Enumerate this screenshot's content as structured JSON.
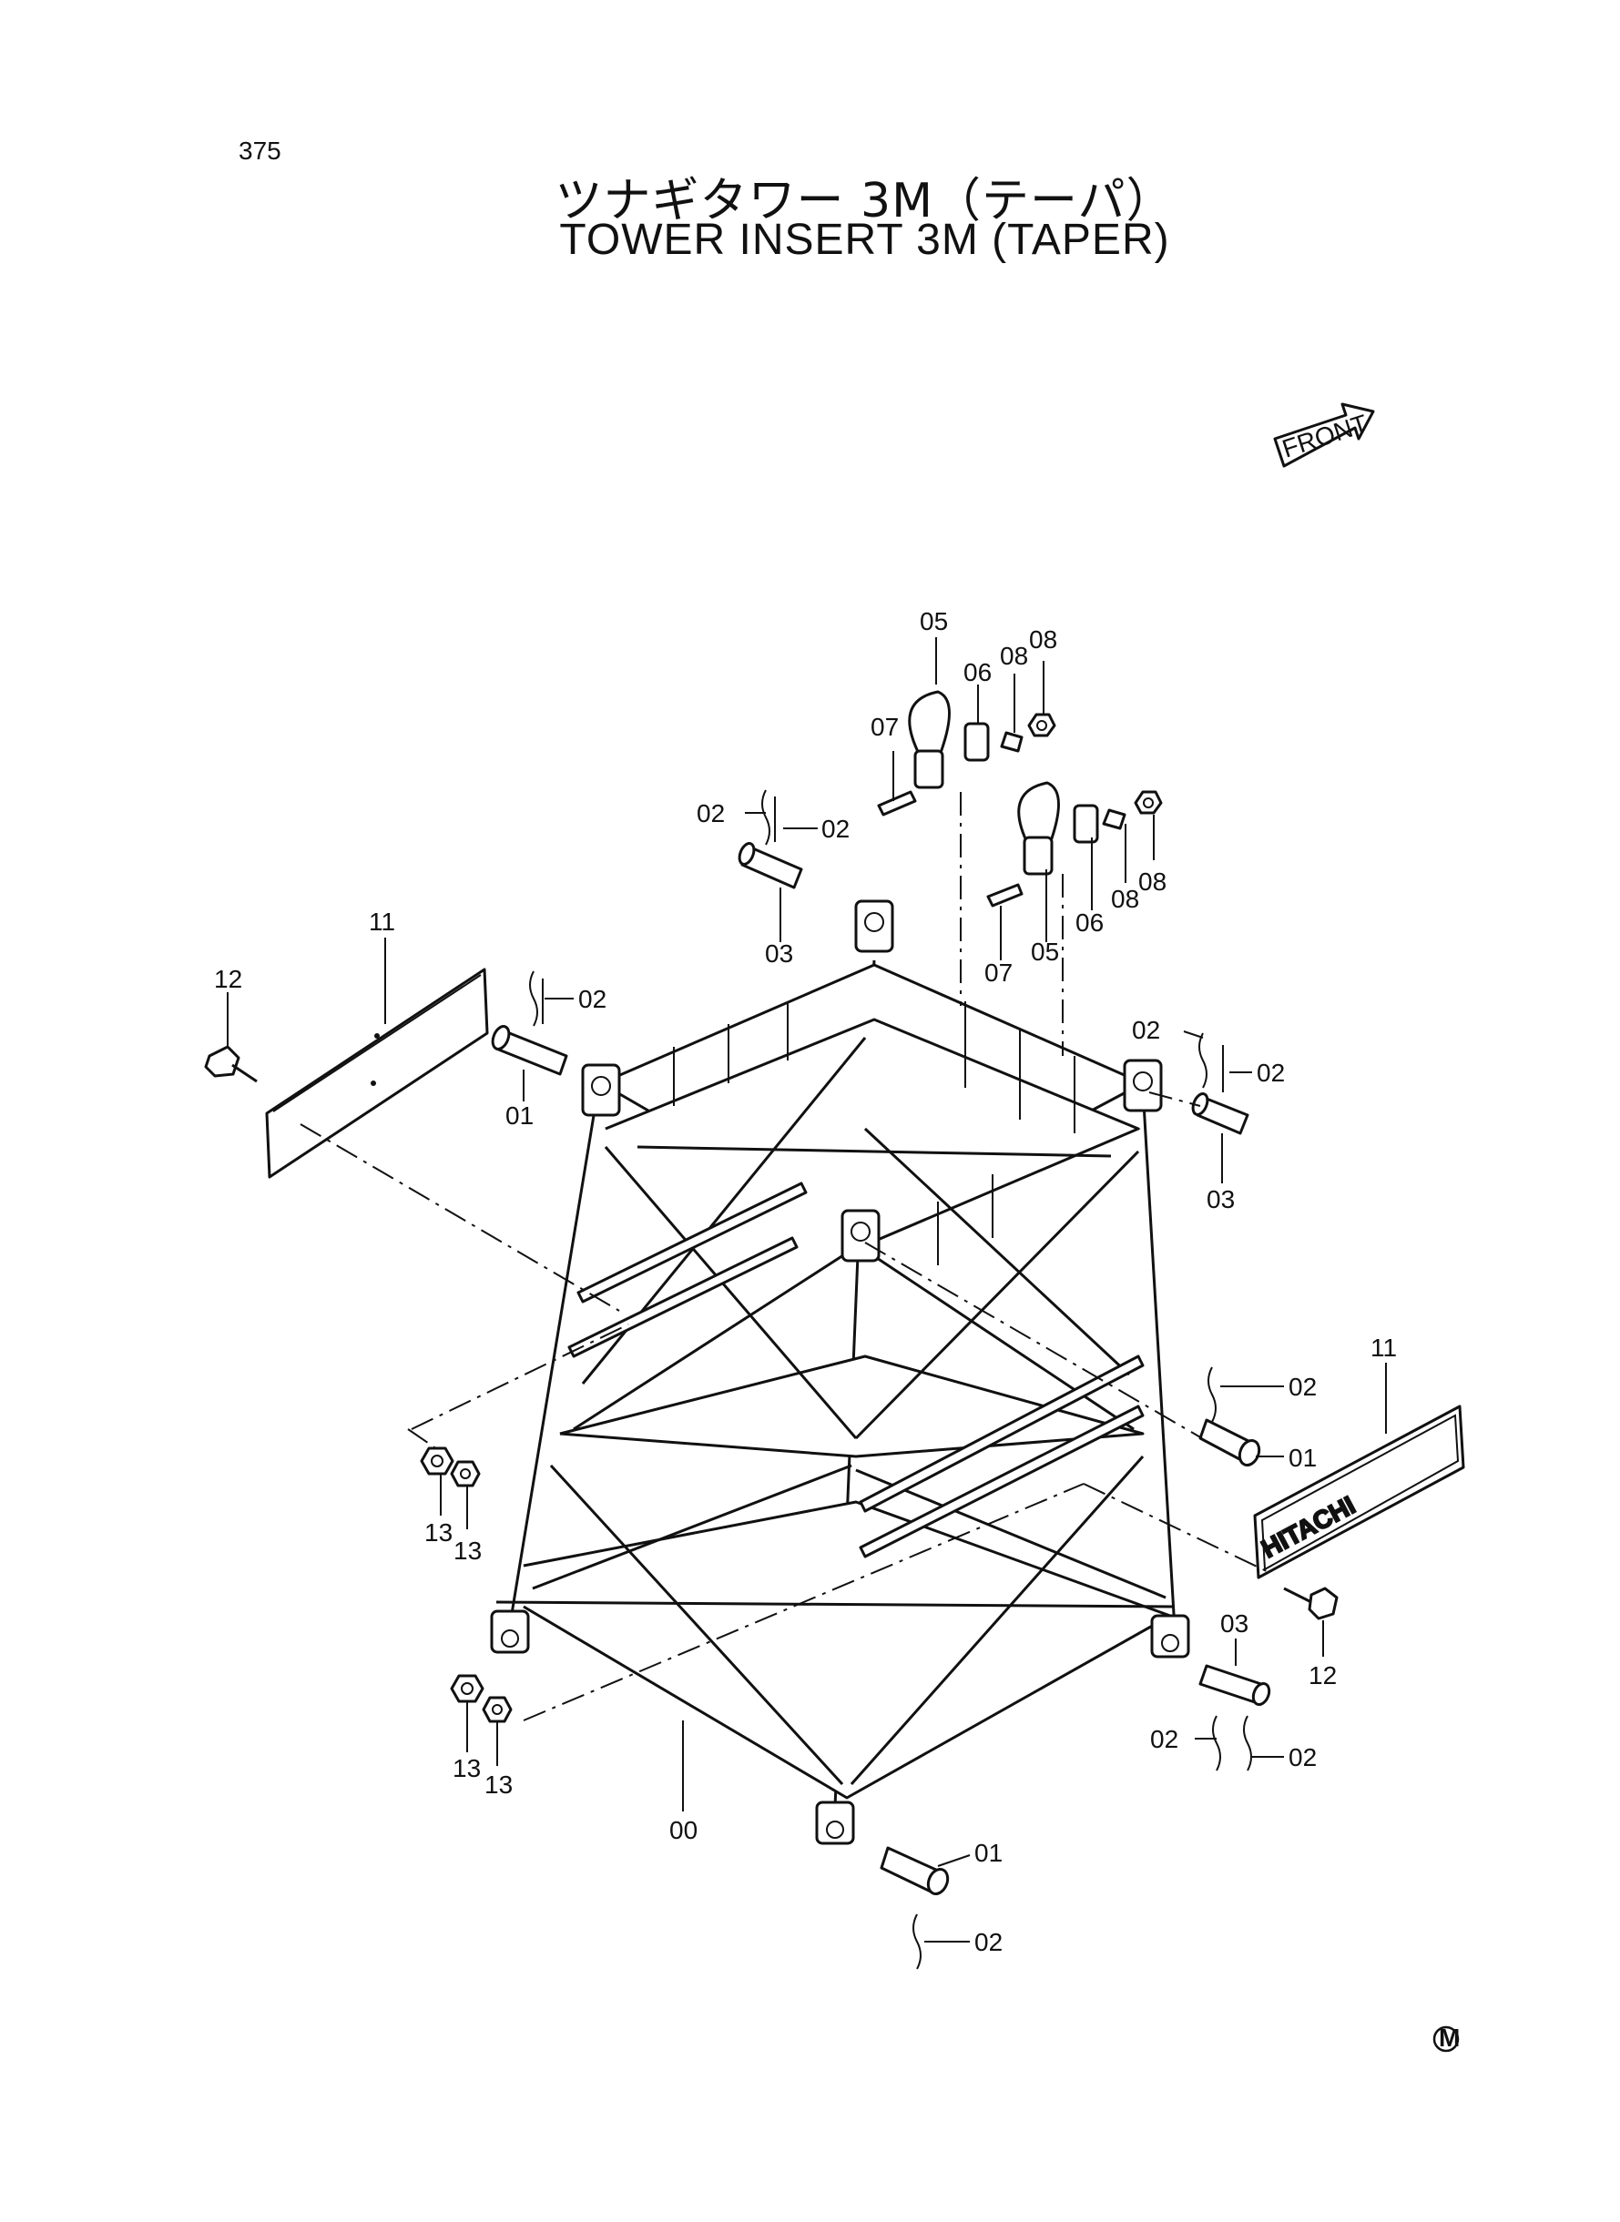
{
  "page_number": "375",
  "title_jp": "ツナギタワー 3M（テーパ）",
  "title_en": "TOWER INSERT 3M (TAPER)",
  "front_label": "FRONT",
  "plate_logo": "HITACHI",
  "mark": "M",
  "callouts": {
    "c00": "00",
    "c01a": "01",
    "c01b": "01",
    "c01c": "01",
    "c02a": "02",
    "c02b": "02",
    "c02c": "02",
    "c02d": "02",
    "c02e": "02",
    "c02f": "02",
    "c02g": "02",
    "c02h": "02",
    "c02i": "02",
    "c03a": "03",
    "c03b": "03",
    "c03c": "03",
    "c05a": "05",
    "c05b": "05",
    "c06a": "06",
    "c06b": "06",
    "c07a": "07",
    "c07b": "07",
    "c08a": "08",
    "c08b": "08",
    "c08c": "08",
    "c08d": "08",
    "c11a": "11",
    "c11b": "11",
    "c12a": "12",
    "c12b": "12",
    "c13a": "13",
    "c13b": "13",
    "c13c": "13",
    "c13d": "13"
  }
}
